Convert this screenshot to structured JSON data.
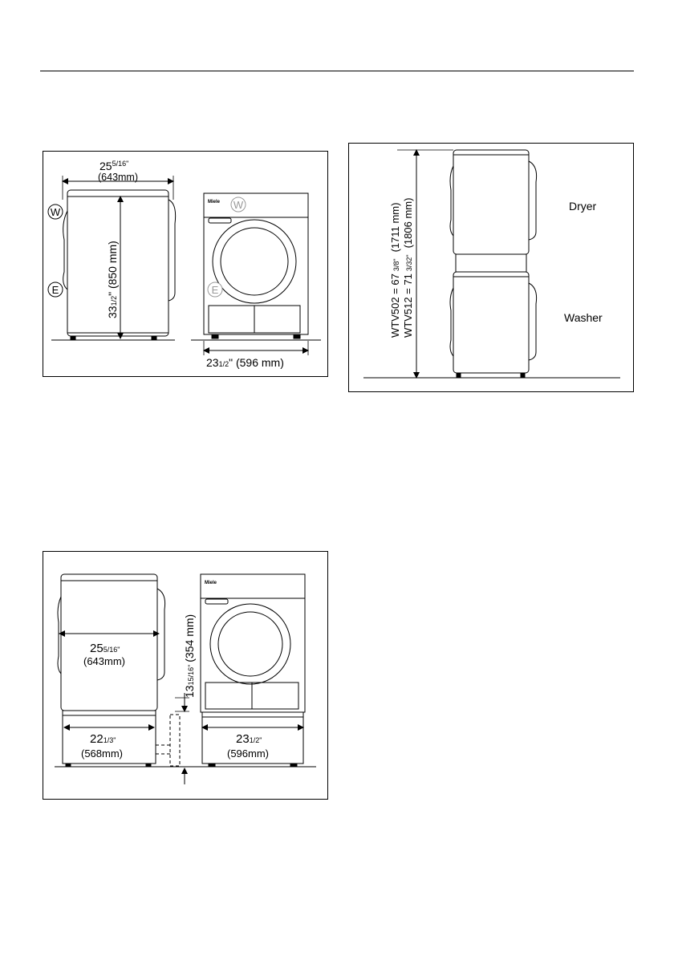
{
  "figure1": {
    "depth_whole": "25",
    "depth_frac": "5/16\"",
    "depth_mm": "(643mm)",
    "height_whole": "33",
    "height_frac": "1/2",
    "height_rest": "\" (850 mm)",
    "width_whole": "23",
    "width_frac": "1/2",
    "width_rest": "\" (596 mm)",
    "marker_w": "W",
    "marker_e": "E",
    "brand": "Miele"
  },
  "figure2": {
    "line1_text": "WTV502 = 67",
    "line1_frac": "3/8\"",
    "line1_mm": "(1711 mm)",
    "line2_text": "WTV512 = 71",
    "line2_frac": "3/32\"",
    "line2_mm": "(1806 mm)",
    "dryer_label": "Dryer",
    "washer_label": "Washer"
  },
  "figure3": {
    "depth_whole": "25",
    "depth_frac": "5/16\"",
    "depth_mm": "(643mm)",
    "pedestal_height_whole": "13",
    "pedestal_height_frac": "15/16\"",
    "pedestal_height_mm": "(354 mm)",
    "pedestal_depth_whole": "22",
    "pedestal_depth_frac": "1/3\"",
    "pedestal_depth_mm": "(568mm)",
    "pedestal_width_whole": "23",
    "pedestal_width_frac": "1/2\"",
    "pedestal_width_mm": "(596mm)",
    "brand": "Miele"
  }
}
